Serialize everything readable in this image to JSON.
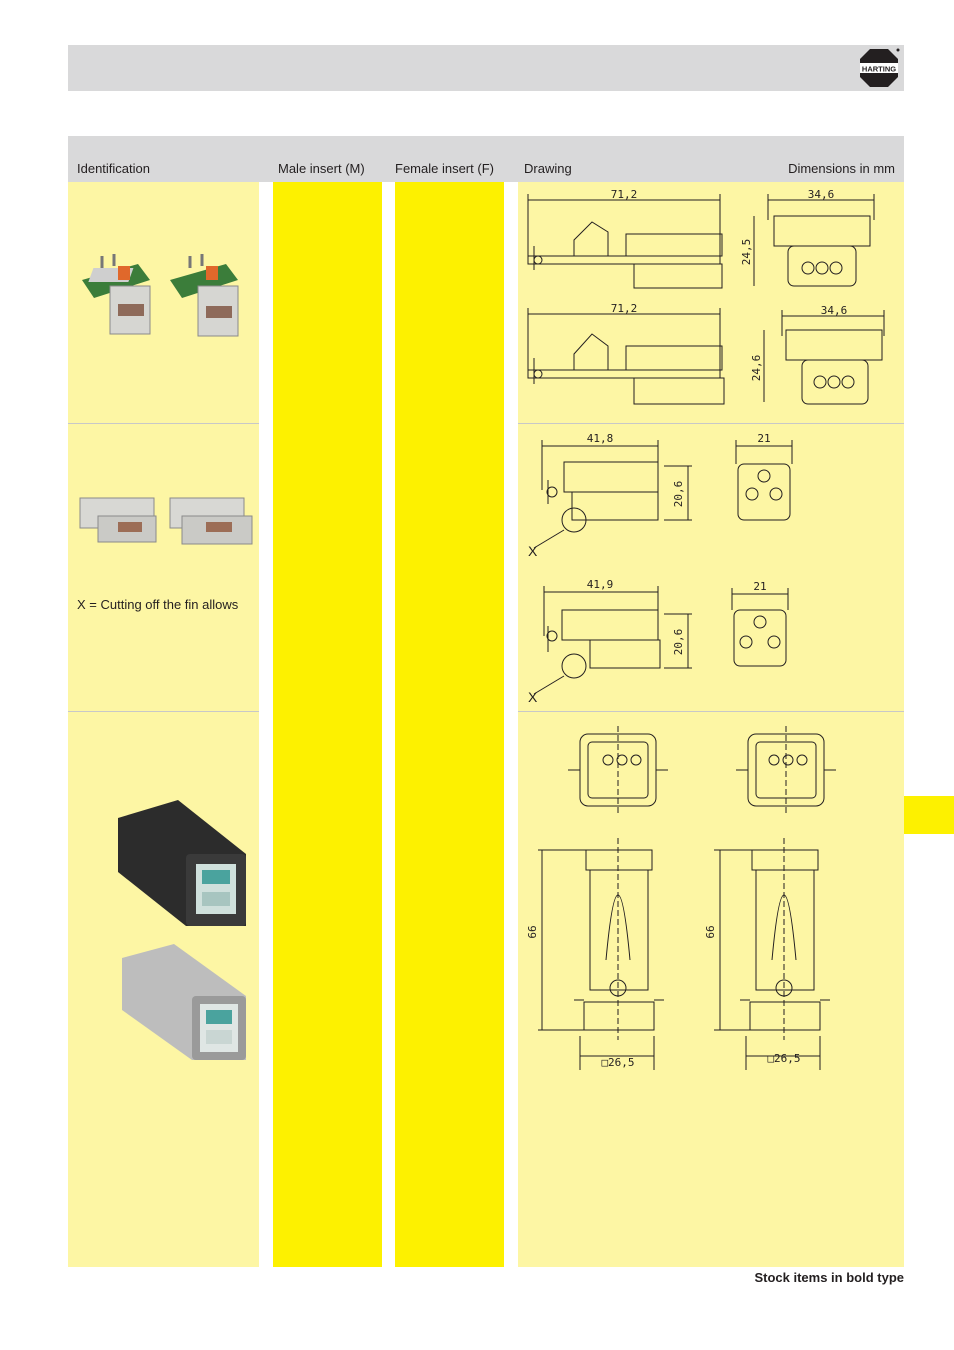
{
  "brand": {
    "name": "HARTING",
    "color": "#231f20"
  },
  "colors": {
    "header_gray": "#d9d9da",
    "yellow": "#fdf100",
    "light_yellow": "#fdf6a4"
  },
  "table": {
    "headers": {
      "identification": "Identification",
      "male_insert": "Male insert (M)",
      "female_insert": "Female insert (F)",
      "drawing": "Drawing",
      "dimensions": "Dimensions in mm"
    },
    "rows": [
      {
        "photo": "PCB adapter inserts with terminal blocks",
        "dims": {
          "length_1": "71,2",
          "width_1": "34,6",
          "height_1": "24,5",
          "length_2": "71,2",
          "width_2": "34,6",
          "height_2": "24,6"
        }
      },
      {
        "photo": "Inserts male and female",
        "note": "X = Cutting off the fin allows",
        "dims": {
          "length_1": "41,8",
          "height_1": "20,6",
          "width_1": "21",
          "x_label_1": "X",
          "length_2": "41,9",
          "height_2": "20,6",
          "width_2": "21",
          "x_label_2": "X"
        }
      },
      {
        "photo": "Hoods with inserts",
        "dims": {
          "height_1": "66",
          "base_1": "□26,5",
          "height_2": "66",
          "base_2": "□26,5"
        }
      }
    ]
  },
  "footer": {
    "text": "Stock items in bold type"
  }
}
